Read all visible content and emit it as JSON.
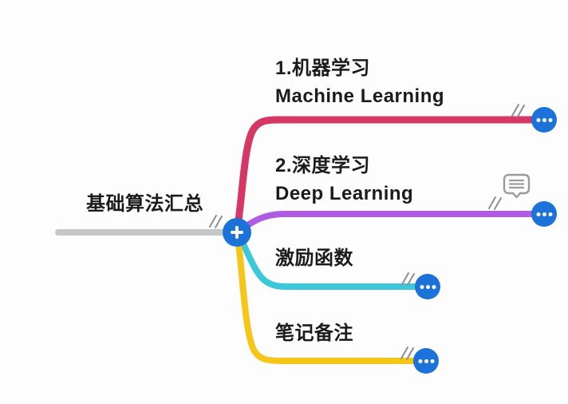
{
  "app": {
    "background": "#FDFDFD",
    "text_color": "#1B1B1C"
  },
  "root": {
    "label": "基础算法汇总",
    "line_color": "#C7C7CB"
  },
  "center_button": {
    "color": "#1B72D8",
    "icon": "plus-icon"
  },
  "branches": [
    {
      "title": "1.机器学习",
      "subtitle": "Machine Learning",
      "color": "#D63865"
    },
    {
      "title": "2.深度学习",
      "subtitle": "Deep Learning",
      "color": "#B15CE0"
    },
    {
      "title": "激励函数",
      "subtitle": "",
      "color": "#3BC8DB"
    },
    {
      "title": "笔记备注",
      "subtitle": "",
      "color": "#F5C518"
    }
  ],
  "more_button": {
    "color": "#1B72D8",
    "icon": "ellipsis-icon"
  },
  "comment": {
    "icon": "comment-icon",
    "color": "#9B9B9F"
  },
  "handles": {
    "color": "#8E8E93"
  }
}
